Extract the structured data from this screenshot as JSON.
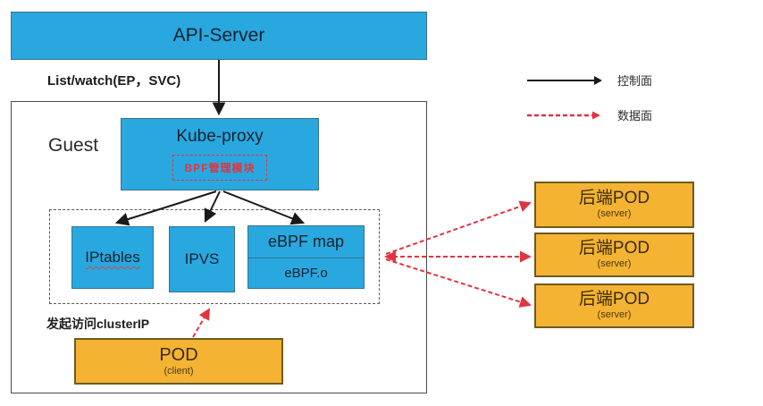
{
  "diagram": {
    "api_server": {
      "label": "API-Server"
    },
    "list_watch_label": "List/watch(EP，SVC)",
    "guest": {
      "label": "Guest"
    },
    "kube_proxy": {
      "label": "Kube-proxy",
      "bpf_module_label": "BPF管理模块"
    },
    "backend_modes": {
      "iptables": "IPtables",
      "ipvs": "IPVS",
      "ebpf_map": "eBPF map",
      "ebpf_o": "eBPF.o"
    },
    "cluster_ip_label": "发起访问clusterIP",
    "client_pod": {
      "title": "POD",
      "subtitle": "(client)"
    },
    "backend_pods": [
      {
        "title": "后端POD",
        "subtitle": "(server)"
      },
      {
        "title": "后端POD",
        "subtitle": "(server)"
      },
      {
        "title": "后端POD",
        "subtitle": "(server)"
      }
    ],
    "legend": {
      "control_plane": "控制面",
      "data_plane": "数据面"
    },
    "colors": {
      "box_blue": "#29a8e0",
      "box_orange": "#f5b333",
      "data_plane_red": "#e0343f",
      "control_plane_black": "#1a1a1a"
    }
  }
}
